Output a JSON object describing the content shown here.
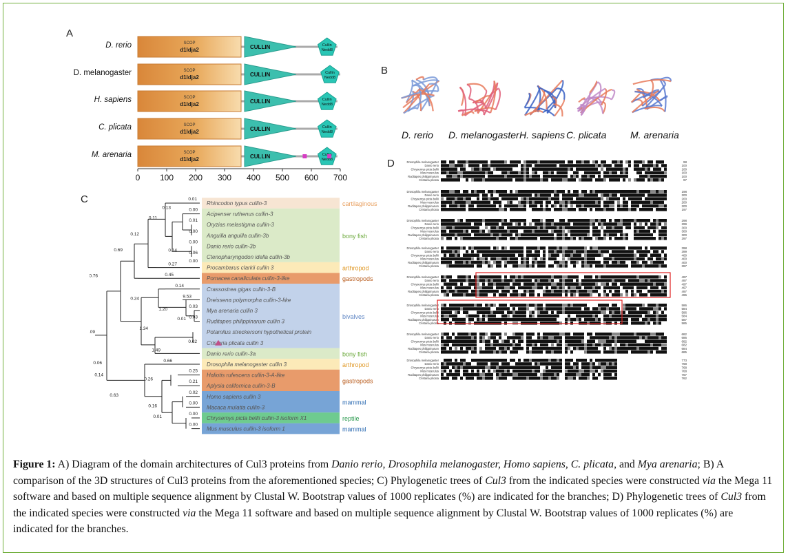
{
  "panels": {
    "a": "A",
    "b": "B",
    "c": "C",
    "d": "D"
  },
  "panel_a": {
    "species": [
      "D. rerio",
      "D. melanogaster",
      "H. sapiens",
      "C. plicata",
      "M. arenaria"
    ],
    "species_italic": [
      true,
      false,
      true,
      true,
      true
    ],
    "scop_label": "SCOP",
    "scop_id": "d1ldja2",
    "cullin_label": "CULLIN",
    "nedd_label_1": "Cullin",
    "nedd_label_2": "Nedd8",
    "axis_ticks": [
      "0",
      "100",
      "200",
      "300",
      "400",
      "500",
      "600",
      "700"
    ],
    "colors": {
      "scop": "#e8a85a",
      "cullin": "#3cbfae",
      "nedd": "#29c6b5",
      "extra_motif": "#d63cc4"
    }
  },
  "panel_b": {
    "species": [
      "D. rerio",
      "D. melanogaster",
      "H. sapiens",
      "C. plicata",
      "M. arenaria"
    ]
  },
  "panel_c": {
    "taxa": [
      "Rhincodon typus cullin-3",
      "Acipenser ruthenus cullin-3",
      "Oryzias melastigma cullin-3",
      "Anguilla anguilla cullin-3b",
      "Danio rerio cullin-3b",
      "Ctenopharyngodon idella cullin-3b",
      "Procambarus clarkii cullin 3",
      "Pomacea canaliculata cullin-3-like",
      "Crassostrea gigas cullin-3-B",
      "Dreissena polymorpha cullin-3-like",
      "Mya arenaria cullin 3",
      "Ruditapes philippinarum cullin 3",
      "Potamilus streckersoni hypothetical protein",
      "Cristaria plicata cullin 3",
      "Danio rerio cullin-3a",
      "Drosophila melanogaster cullin 3",
      "Haliotis rufescens cullin-3-A-like",
      "Aplysia californica cullin-3-B",
      "Homo sapiens cullin 3",
      "Macaca mulatta cullin-3",
      "Chrysemys picta bellii cullin-3 isoform X1",
      "Mus musculus cullin-3 isoform 1"
    ],
    "groups": [
      {
        "label": "cartilaginous fish",
        "color": "#f4dcc4",
        "text_color": "#e8a060"
      },
      {
        "label": "bony fish",
        "color": "#cfe3b5",
        "text_color": "#6aa83a"
      },
      {
        "label": "arthropod",
        "color": "#fbe3a0",
        "text_color": "#e09a2a"
      },
      {
        "label": "gastropods",
        "color": "#e07a3a",
        "text_color": "#b85a1a"
      },
      {
        "label": "bivalves",
        "color": "#aec3e3",
        "text_color": "#5f86c4"
      },
      {
        "label": "bony fish",
        "color": "#cfe3b5",
        "text_color": "#6aa83a"
      },
      {
        "label": "arthropod",
        "color": "#fbe3a0",
        "text_color": "#e09a2a"
      },
      {
        "label": "gastropods",
        "color": "#e07a3a",
        "text_color": "#b85a1a"
      },
      {
        "label": "mammal",
        "color": "#4a86c8",
        "text_color": "#2f6db3"
      },
      {
        "label": "reptile",
        "color": "#3dba6a",
        "text_color": "#2a9a4e"
      },
      {
        "label": "mammal",
        "color": "#4a86c8",
        "text_color": "#2f6db3"
      }
    ],
    "bootstrap": [
      "0.01",
      "0.00",
      "0.13",
      "0.01",
      "0.00",
      "0.11",
      "0.00",
      "0.06",
      "0.14",
      "0.00",
      "0.12",
      "0.27",
      "0.69",
      "0.45",
      "0.76",
      "0.14",
      "0.24",
      "9.53",
      "1.20",
      "0.03",
      "0.01",
      "0.03",
      "1.34",
      "0.02",
      "0.09",
      "1.49",
      "0.06",
      "0.66",
      "0.14",
      "0.25",
      "0.26",
      "0.21",
      "0.63",
      "0.02",
      "0.16",
      "0.00",
      "0.01",
      "0.00",
      "0.00"
    ]
  },
  "panel_d": {
    "species": [
      "Drosophila melanogaster",
      "Danio rerio",
      "Chrysemys picta bellii",
      "Mus musculus",
      "Ruditapes philippinarum",
      "Cristaria plicata"
    ],
    "block_end_positions": [
      [
        "98",
        "100",
        "100",
        "100",
        "100",
        "97"
      ],
      [
        "198",
        "200",
        "200",
        "200",
        "200",
        "197"
      ],
      [
        "298",
        "299",
        "300",
        "300",
        "300",
        "297"
      ],
      [
        "398",
        "399",
        "400",
        "400",
        "400",
        "397"
      ],
      [
        "497",
        "497",
        "497",
        "497",
        "497",
        "496"
      ],
      [
        "586",
        "584",
        "586",
        "584",
        "587",
        "585"
      ],
      [
        "682",
        "686",
        "682",
        "682",
        "684",
        "685"
      ],
      [
        "773",
        "768",
        "768",
        "768",
        "767",
        "762"
      ]
    ]
  },
  "caption": {
    "label": "Figure 1:",
    "text_html": "A) Diagram of the domain architectures of Cul3 proteins from <i>Danio rerio, Drosophila melanogaster, Homo sapiens, C. plicata</i>, and <i>Mya arenaria</i>; B) A comparison of the 3D structures of Cul3 proteins from the aforementioned species; C) Phylogenetic trees of <i>Cul3</i> from the indicated species were constructed <i>via</i> the Mega 11 software and based on multiple sequence alignment by Clustal W. Bootstrap values of 1000 replicates (%) are indicated for the branches; D) Phylogenetic trees of <i>Cul3</i> from the indicated species were constructed <i>via</i> the Mega 11 software and based on multiple sequence alignment by Clustal W. Bootstrap values of 1000 replicates (%) are indicated for the branches."
  }
}
